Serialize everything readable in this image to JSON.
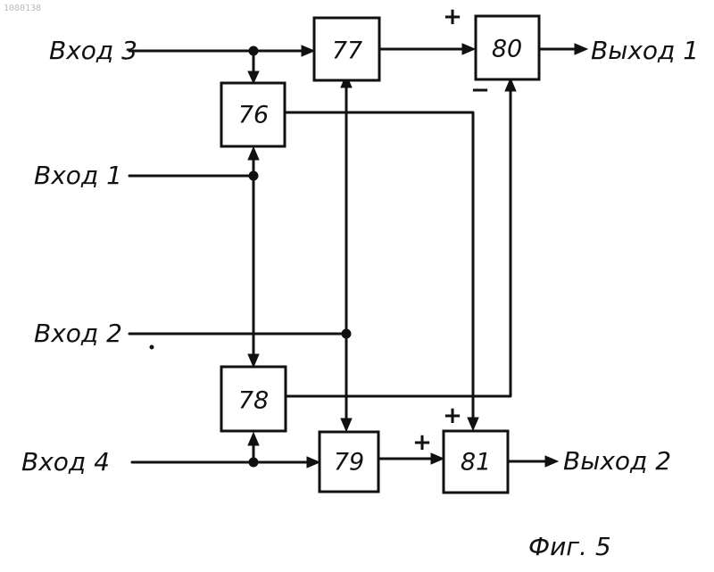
{
  "doc_id": "1080138",
  "inputs": {
    "in1": "Вход 1",
    "in2": "Вход 2",
    "in3": "Вход 3",
    "in4": "Вход 4"
  },
  "outputs": {
    "out1": "Выход 1",
    "out2": "Выход 2"
  },
  "blocks": {
    "b76": "76",
    "b77": "77",
    "b78": "78",
    "b79": "79",
    "b80": "80",
    "b81": "81"
  },
  "signs": {
    "b80_top": "+",
    "b80_bottom": "−",
    "b81_top": "+",
    "b81_left": "+"
  },
  "caption": "Фиг. 5"
}
